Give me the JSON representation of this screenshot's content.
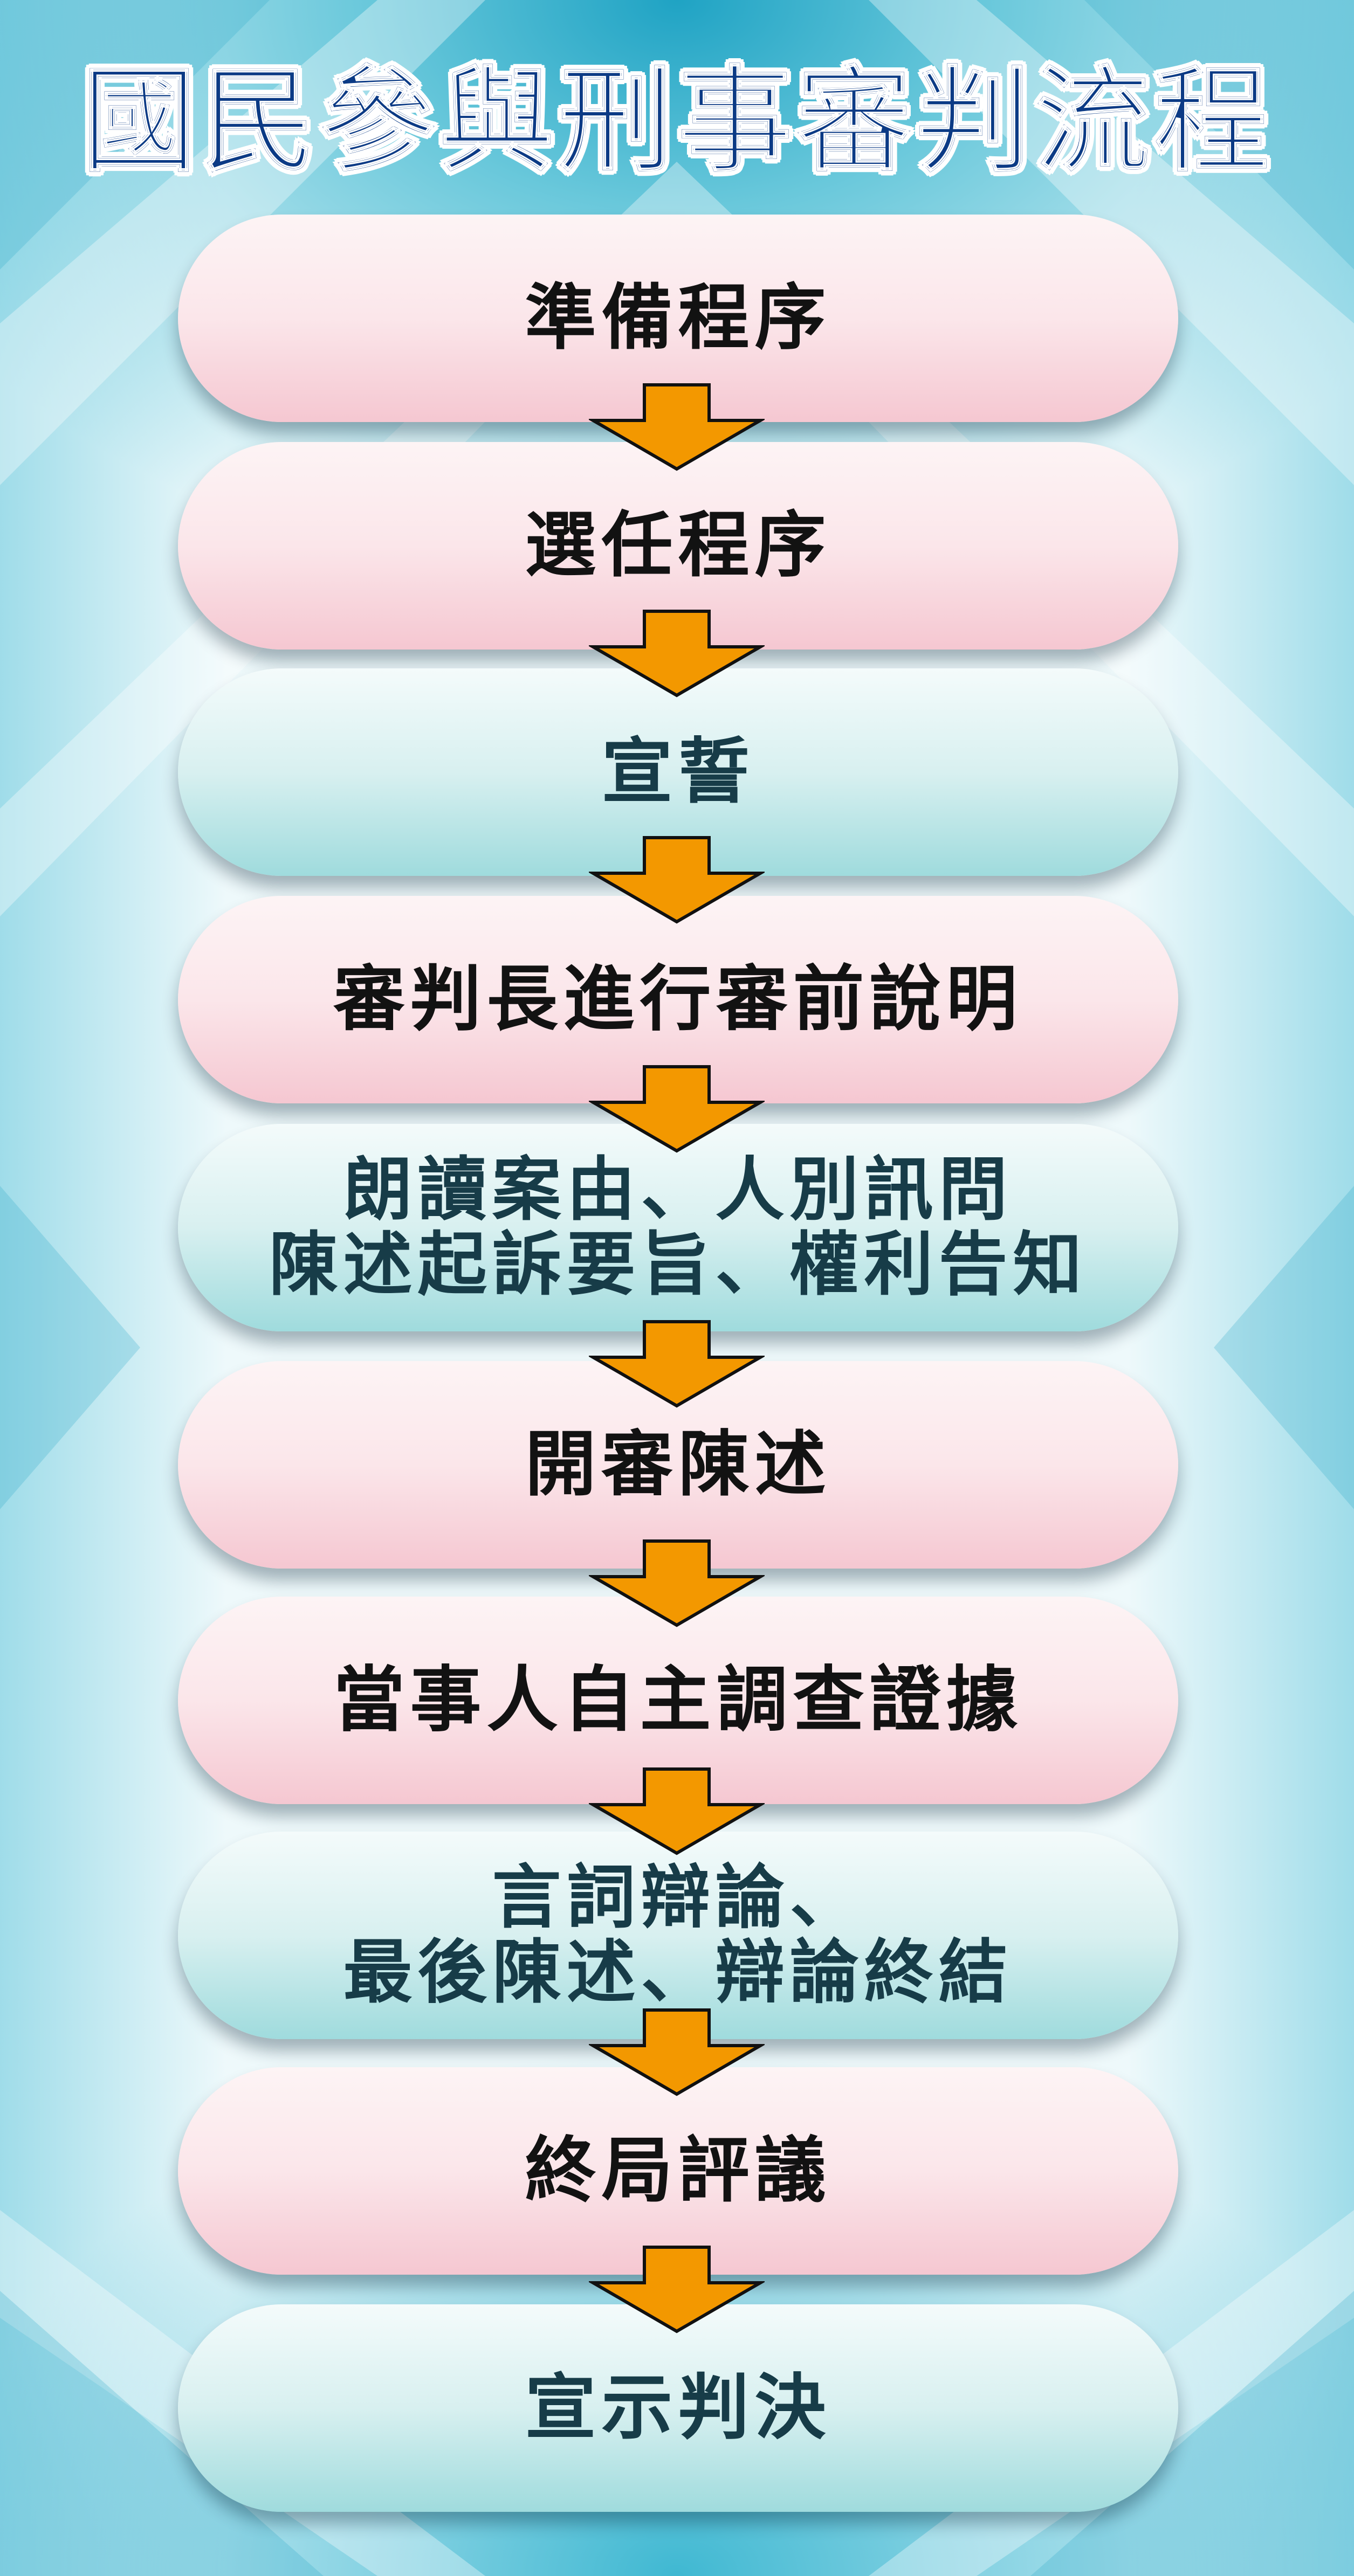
{
  "title": "國民參與刑事審判流程",
  "colors": {
    "title": "#0b3a85",
    "pink_step": "#f8d3db",
    "teal_step": "#b7e4e6",
    "arrow": "#f39800",
    "arrow_outline": "#111111",
    "background": "#3bb6cf"
  },
  "steps": [
    {
      "text": "準備程序",
      "color": "pink"
    },
    {
      "text": "選任程序",
      "color": "pink"
    },
    {
      "text": "宣誓",
      "color": "teal"
    },
    {
      "text": "審判長進行審前說明",
      "color": "pink"
    },
    {
      "text": "朗讀案由、人別訊問\n陳述起訴要旨、權利告知",
      "color": "teal"
    },
    {
      "text": "開審陳述",
      "color": "pink"
    },
    {
      "text": "當事人自主調查證據",
      "color": "pink"
    },
    {
      "text": "言詞辯論、\n最後陳述、辯論終結",
      "color": "teal"
    },
    {
      "text": "終局評議",
      "color": "pink"
    },
    {
      "text": "宣示判決",
      "color": "teal"
    }
  ]
}
